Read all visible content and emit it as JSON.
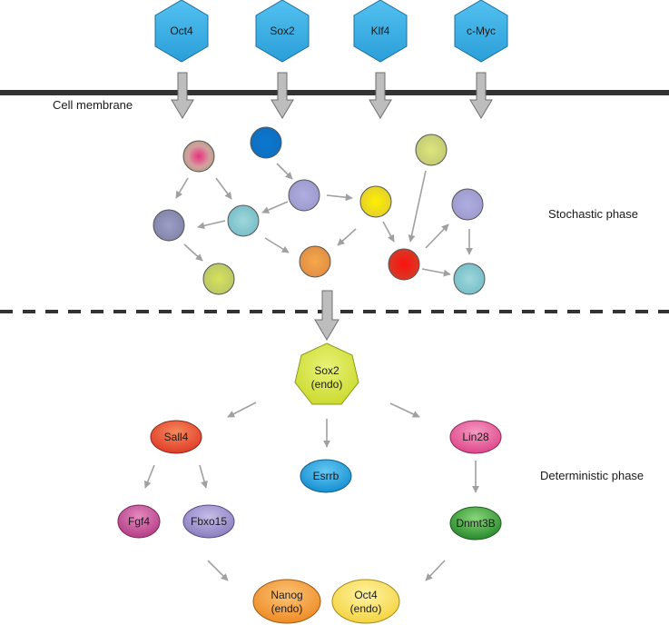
{
  "factors": {
    "oct4": "Oct4",
    "sox2": "Sox2",
    "klf4": "Klf4",
    "cmyc": "c-Myc"
  },
  "labels": {
    "cell_membrane": "Cell membrane",
    "stochastic_phase": "Stochastic phase",
    "deterministic_phase": "Deterministic phase"
  },
  "genes": {
    "sox2_endo": [
      "Sox2",
      "(endo)"
    ],
    "sall4": "Sall4",
    "esrrb": "Esrrb",
    "lin28": "Lin28",
    "fgf4": "Fgf4",
    "fbxo15": "Fbxo15",
    "dnmt3b": "Dnmt3B",
    "nanog_endo": [
      "Nanog",
      "(endo)"
    ],
    "oct4_endo": [
      "Oct4",
      "(endo)"
    ]
  },
  "colors": {
    "factor_blue": "#33aee8",
    "membrane": "#333333",
    "arrow_grey": "#a0a0a0",
    "sox2_endo": "#d4e33a",
    "sall4": "#e5492f",
    "esrrb": "#1b9ad8",
    "lin28": "#e04d8e",
    "fgf4": "#c04a86",
    "fbxo15": "#9a8ac8",
    "dnmt3b": "#3c9e3c",
    "nanog": "#f0962e",
    "oct4_endo": "#f7df5a"
  }
}
